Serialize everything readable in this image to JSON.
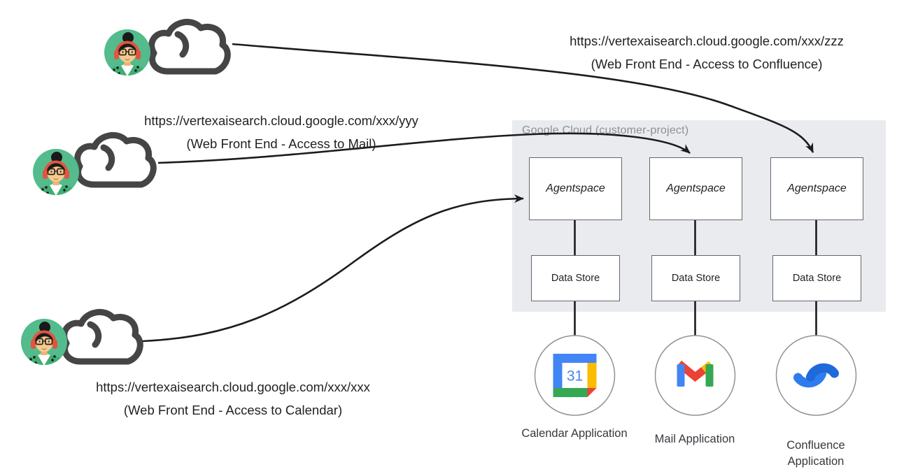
{
  "users": [
    {
      "url": "https://vertexaisearch.cloud.google.com/xxx/zzz",
      "caption": "(Web Front End - Access to Confluence)"
    },
    {
      "url": "https://vertexaisearch.cloud.google.com/xxx/yyy",
      "caption": "(Web Front End - Access to Mail)"
    },
    {
      "url": "https://vertexaisearch.cloud.google.com/xxx/xxx",
      "caption": "(Web Front End - Access to Calendar)"
    }
  ],
  "cloud_container": {
    "label": "Google Cloud (customer-project)"
  },
  "columns": [
    {
      "engine_label": "Agentspace",
      "datastore_label": "Data Store",
      "app_label": "Calendar Application",
      "app_icon": "google-calendar-icon"
    },
    {
      "engine_label": "Agentspace",
      "datastore_label": "Data Store",
      "app_label": "Mail Application",
      "app_icon": "gmail-icon"
    },
    {
      "engine_label": "Agentspace",
      "datastore_label": "Data Store",
      "app_label": "Confluence Application",
      "app_icon": "confluence-icon"
    }
  ],
  "calendar_icon": {
    "number": "31"
  },
  "colors": {
    "container_fill": "#e9ebee",
    "container_label": "#8b9196",
    "arrow": "#1c1c1e",
    "box_border": "#63676b",
    "google_blue": "#4285F4",
    "google_red": "#EA4335",
    "google_yellow": "#FBBC04",
    "google_green": "#34A853",
    "confluence_blue": "#1E6ADB",
    "avatar_green": "#54BB8C",
    "headphones_red": "#E3543F",
    "cloud_icon_gray": "#454545"
  }
}
